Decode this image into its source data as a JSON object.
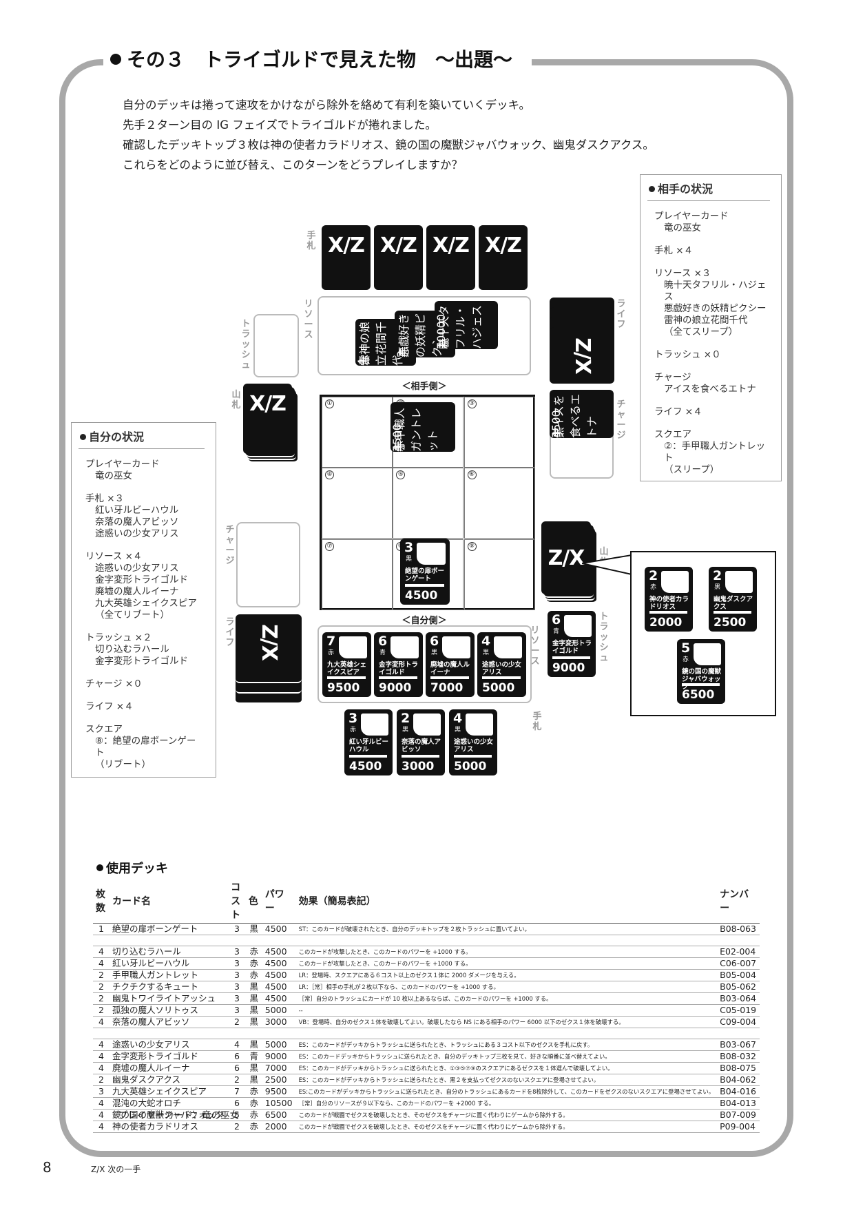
{
  "section": {
    "title": "その３　トライゴルドで見えた物　～出題～"
  },
  "intro": [
    "自分のデッキは捲って速攻をかけながら除外を絡めて有利を築いていくデッキ。",
    "先手２ターン目の IG フェイズでトライゴルドが捲れました。",
    "確認したデッキトップ３枚は神の使者カラドリオス、鏡の国の魔獣ジャバウォック、幽鬼ダスクアクス。",
    "これらをどのように並び替え、このターンをどうプレイしますか？"
  ],
  "opponent_status": {
    "title": "相手の状況",
    "player_card_label": "プレイヤーカード",
    "player_card": "竜の巫女",
    "hand": "手札 ×４",
    "resource_label": "リソース ×３",
    "resources": [
      "暁十天タフリル・ハジェス",
      "悪戯好きの妖精ピクシー",
      "雷神の娘立花間千代"
    ],
    "resource_note": "（全てスリープ）",
    "trash": "トラッシュ ×０",
    "charge_label": "チャージ",
    "charge": "アイスを食べるエトナ",
    "life": "ライフ ×４",
    "square_label": "スクエア",
    "square": "②：手甲職人ガントレット",
    "square_note": "（スリープ）"
  },
  "my_status": {
    "title": "自分の状況",
    "player_card_label": "プレイヤーカード",
    "player_card": "竜の巫女",
    "hand_label": "手札 ×３",
    "hand": [
      "紅い牙ルビーハウル",
      "奈落の魔人アビッソ",
      "途惑いの少女アリス"
    ],
    "resource_label": "リソース ×４",
    "resources": [
      "途惑いの少女アリス",
      "金字変形トライゴルド",
      "廃墟の魔人ルイーナ",
      "九大英雄シェイクスピア"
    ],
    "resource_note": "（全てリブート）",
    "trash_label": "トラッシュ ×２",
    "trash": [
      "切り込むラハール",
      "金字変形トライゴルド"
    ],
    "charge": "チャージ ×０",
    "life": "ライフ ×４",
    "square_label": "スクエア",
    "square": "⑧：絶望の扉ボーンゲート",
    "square_note": "（リブート）"
  },
  "board": {
    "logo": "X/Z",
    "logo_rev": "Z/X",
    "labels": {
      "opp_hand": "手札",
      "opp_resource": "リソース",
      "opp_trash": "トラッシュ",
      "opp_deck": "山札",
      "opp_life": "ライフ",
      "opp_charge": "チャージ",
      "my_charge": "チャージ",
      "my_life": "ライフ",
      "my_deck": "山札",
      "my_resource": "リソース",
      "my_trash": "トラッシュ",
      "my_hand": "手札",
      "opp_side": "＜相手側＞",
      "my_side": "＜自分側＞"
    },
    "cells": [
      "①",
      "②",
      "③",
      "④",
      "⑤",
      "⑥",
      "⑦",
      "⑧",
      "⑨"
    ],
    "opp_resources": [
      {
        "cost": "4",
        "color": "赤",
        "name": "雷神の娘立花間千代",
        "power": ""
      },
      {
        "cost": "2",
        "color": "赤",
        "name": "悪戯好きの妖精ピクシー",
        "power": ""
      },
      {
        "cost": "7",
        "color": "赤",
        "name": "暁十天タフリル・ハジェス",
        "power": "10000"
      }
    ],
    "opp_square": {
      "cost": "3",
      "color": "赤",
      "name": "手甲職人ガントレット",
      "power": "4500"
    },
    "opp_charge": {
      "cost": "3",
      "color": "黒",
      "name": "アイスを食べるエトナ",
      "power": "4500"
    },
    "my_square": {
      "cost": "3",
      "color": "黒",
      "name": "絶望の扉ボーンゲート",
      "power": "4500"
    },
    "my_resources": [
      {
        "cost": "7",
        "color": "赤",
        "name": "九大英雄シェイクスピア",
        "power": "9500"
      },
      {
        "cost": "6",
        "color": "青",
        "name": "金字変形トライゴルド",
        "power": "9000"
      },
      {
        "cost": "6",
        "color": "黒",
        "name": "廃墟の魔人ルイーナ",
        "power": "7000"
      },
      {
        "cost": "4",
        "color": "黒",
        "name": "途惑いの少女アリス",
        "power": "5000"
      }
    ],
    "my_trash_top": {
      "cost": "6",
      "color": "青",
      "name": "金字変形トライゴルド",
      "power": "9000"
    },
    "my_hand": [
      {
        "cost": "3",
        "color": "赤",
        "name": "紅い牙ルビーハウル",
        "power": "4500"
      },
      {
        "cost": "2",
        "color": "黒",
        "name": "奈落の魔人アビッソ",
        "power": "3000"
      },
      {
        "cost": "4",
        "color": "黒",
        "name": "途惑いの少女アリス",
        "power": "5000"
      }
    ],
    "deck_top": [
      {
        "cost": "2",
        "color": "赤",
        "name": "神の使者カラドリオス",
        "power": "2000"
      },
      {
        "cost": "2",
        "color": "黒",
        "name": "幽鬼ダスクアクス",
        "power": "2500"
      },
      {
        "cost": "5",
        "color": "赤",
        "name": "鏡の国の魔獣ジャバウォック",
        "power": "6500"
      }
    ]
  },
  "deck": {
    "title": "使用デッキ",
    "headers": [
      "枚数",
      "カード名",
      "コスト",
      "色",
      "パワー",
      "効果（簡易表記）",
      "ナンバー"
    ],
    "rows": [
      [
        "1",
        "絶望の扉ボーンゲート",
        "3",
        "黒",
        "4500",
        "ST：このカードが破壊されたとき、自分のデッキトップを２枚トラッシュに置いてよい。",
        "B08-063"
      ],
      null,
      [
        "4",
        "切り込むラハール",
        "3",
        "赤",
        "4500",
        "このカードが攻撃したとき、このカードのパワーを +1000 する。",
        "E02-004"
      ],
      [
        "4",
        "紅い牙ルビーハウル",
        "3",
        "赤",
        "4500",
        "このカードが攻撃したとき、このカードのパワーを +1000 する。",
        "C06-007"
      ],
      [
        "2",
        "手甲職人ガントレット",
        "3",
        "赤",
        "4500",
        "LR：登場時、スクエアにある６コスト以上のゼクス１体に 2000 ダメージを与える。",
        "B05-004"
      ],
      [
        "2",
        "チクチクするキュート",
        "3",
        "黒",
        "4500",
        "LR：［常］相手の手札が２枚以下なら、このカードのパワーを +1000 する。",
        "B05-062"
      ],
      [
        "2",
        "幽鬼トワイライトアッシュ",
        "3",
        "黒",
        "4500",
        "［常］自分のトラッシュにカードが 10 枚以上あるならば、このカードのパワーを +1000 する。",
        "B03-064"
      ],
      [
        "2",
        "孤独の魔人ソリトゥス",
        "3",
        "黒",
        "5000",
        "--",
        "C05-019"
      ],
      [
        "4",
        "奈落の魔人アビッソ",
        "2",
        "黒",
        "3000",
        "VB：登場時、自分のゼクス１体を破壊してよい。破壊したなら NS にある相手のパワー 6000 以下のゼクス１体を破壊する。",
        "C09-004"
      ],
      null,
      [
        "4",
        "途惑いの少女アリス",
        "4",
        "黒",
        "5000",
        "ES：このカードがデッキからトラッシュに送られたとき、トラッシュにある３コスト以下のゼクスを手札に戻す。",
        "B03-067"
      ],
      [
        "4",
        "金字変形トライゴルド",
        "6",
        "青",
        "9000",
        "ES：このカードデッキからトラッシュに送られたとき、自分のデッキトップ三枚を見て、好きな順番に並べ替えてよい。",
        "B08-032"
      ],
      [
        "4",
        "廃墟の魔人ルイーナ",
        "6",
        "黒",
        "7000",
        "ES：このカードがデッキからトラッシュに送られたとき、①③⑤⑦⑨のスクエアにあるゼクスを１体選んで破壊してよい。",
        "B08-075"
      ],
      [
        "2",
        "幽鬼ダスクアクス",
        "2",
        "黒",
        "2500",
        "ES：このカードがデッキからトラッシュに送られたとき、黒２を支払ってゼクスのないスクエアに登場させてよい。",
        "B04-062"
      ],
      [
        "3",
        "九大英雄シェイクスピア",
        "7",
        "赤",
        "9500",
        "ES:このカードがデッキからトラッシュに送られたとき、自分のトラッシュにあるカードを8枚除外して、このカードをゼクスのないスクエアに登場させてよい。",
        "B04-016"
      ],
      [
        "4",
        "混沌の大蛇オロチ",
        "6",
        "赤",
        "10500",
        "［常］自分のリソースが９以下なら、このカードのパワーを +2000 する。",
        "B04-013"
      ],
      [
        "4",
        "鏡の国の魔獣ジャバウォック",
        "5",
        "赤",
        "6500",
        "このカードが戦闘でゼクスを破壊したとき、そのゼクスをチャージに置く代わりにゲームから除外する。",
        "B07-009"
      ],
      [
        "4",
        "神の使者カラドリオス",
        "2",
        "赤",
        "2000",
        "このカードが戦闘でゼクスを破壊したとき、そのゼクスをチャージに置く代わりにゲームから除外する。",
        "P09-004"
      ]
    ],
    "player_card": "プレイヤーカード：竜の巫女"
  },
  "footer": {
    "page": "8",
    "book": "Z/X 次の一手"
  }
}
